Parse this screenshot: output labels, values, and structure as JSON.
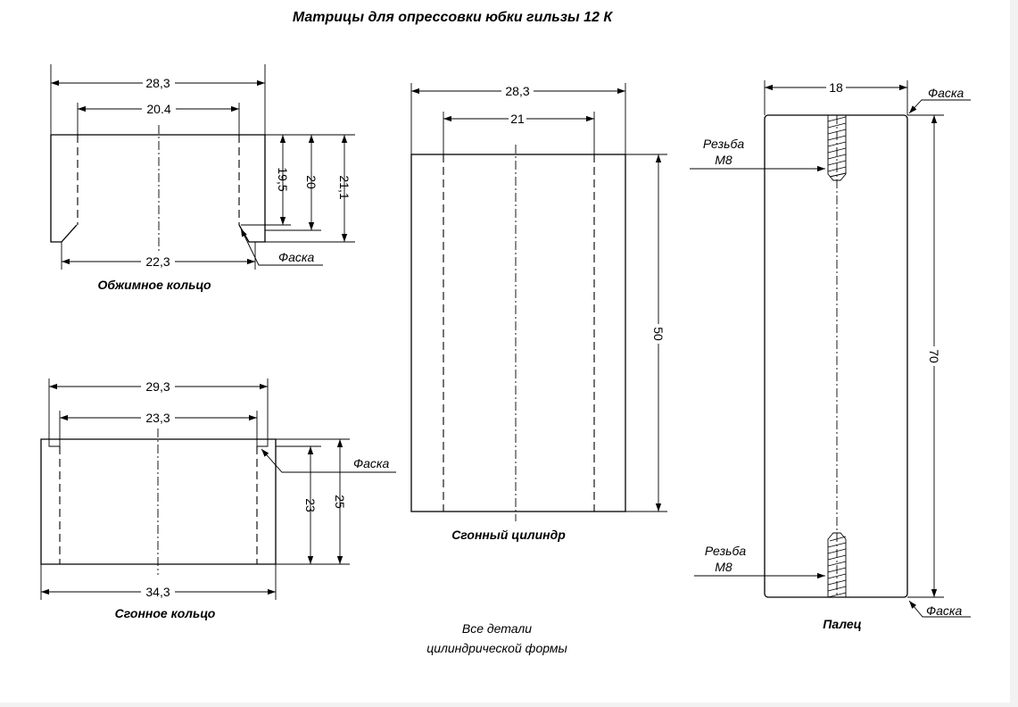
{
  "title": "Матрицы для опрессовки юбки гильзы 12 К",
  "note": [
    "Все детали",
    "цилиндрической формы"
  ],
  "colors": {
    "line": "#000000",
    "paper": "#ffffff",
    "background": "#f2f2f2"
  },
  "parts": {
    "crimp_ring": {
      "caption": "Обжимное кольцо",
      "dims": {
        "outer_width": "28,3",
        "inner_width": "20.4",
        "bottom_width": "22,3",
        "h1": "19,5",
        "h2": "20",
        "h3": "21,1"
      },
      "chamfer": "Фаска"
    },
    "drive_ring": {
      "caption": "Сгонное кольцо",
      "dims": {
        "top_outer": "29,3",
        "inner_width": "23,3",
        "bottom_width": "34,3",
        "h_inner": "23",
        "h_outer": "25"
      },
      "chamfer": "Фаска"
    },
    "drive_cylinder": {
      "caption": "Сгонный цилиндр",
      "dims": {
        "outer_width": "28,3",
        "inner_width": "21",
        "height": "50"
      }
    },
    "finger": {
      "caption": "Палец",
      "dims": {
        "width": "18",
        "height": "70"
      },
      "chamfer_top": "Фаска",
      "chamfer_bottom": "Фаска",
      "thread_top": [
        "Резьба",
        "M8"
      ],
      "thread_bottom": [
        "Резьба",
        "M8"
      ]
    }
  }
}
